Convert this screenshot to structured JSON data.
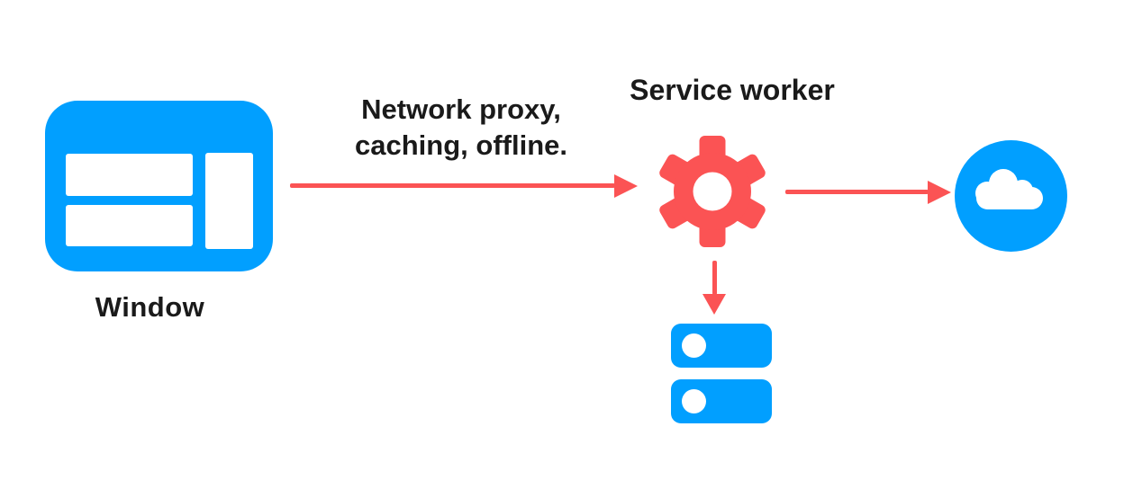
{
  "diagram": {
    "background": "#FFFFFF",
    "colors": {
      "node_blue": "#019FFF",
      "accent_red": "#FB5354",
      "label_text": "#1A1A1A"
    },
    "window_node": {
      "label": "Window",
      "icon": "browser-window-icon"
    },
    "service_worker_node": {
      "label": "Service worker",
      "icon": "gear-icon"
    },
    "network_node": {
      "icon": "cloud-icon"
    },
    "storage_node": {
      "icon": "storage-stack-icon"
    },
    "edge_window_to_service_worker": {
      "label_line1": "Network proxy,",
      "label_line2": "caching, offline."
    }
  }
}
